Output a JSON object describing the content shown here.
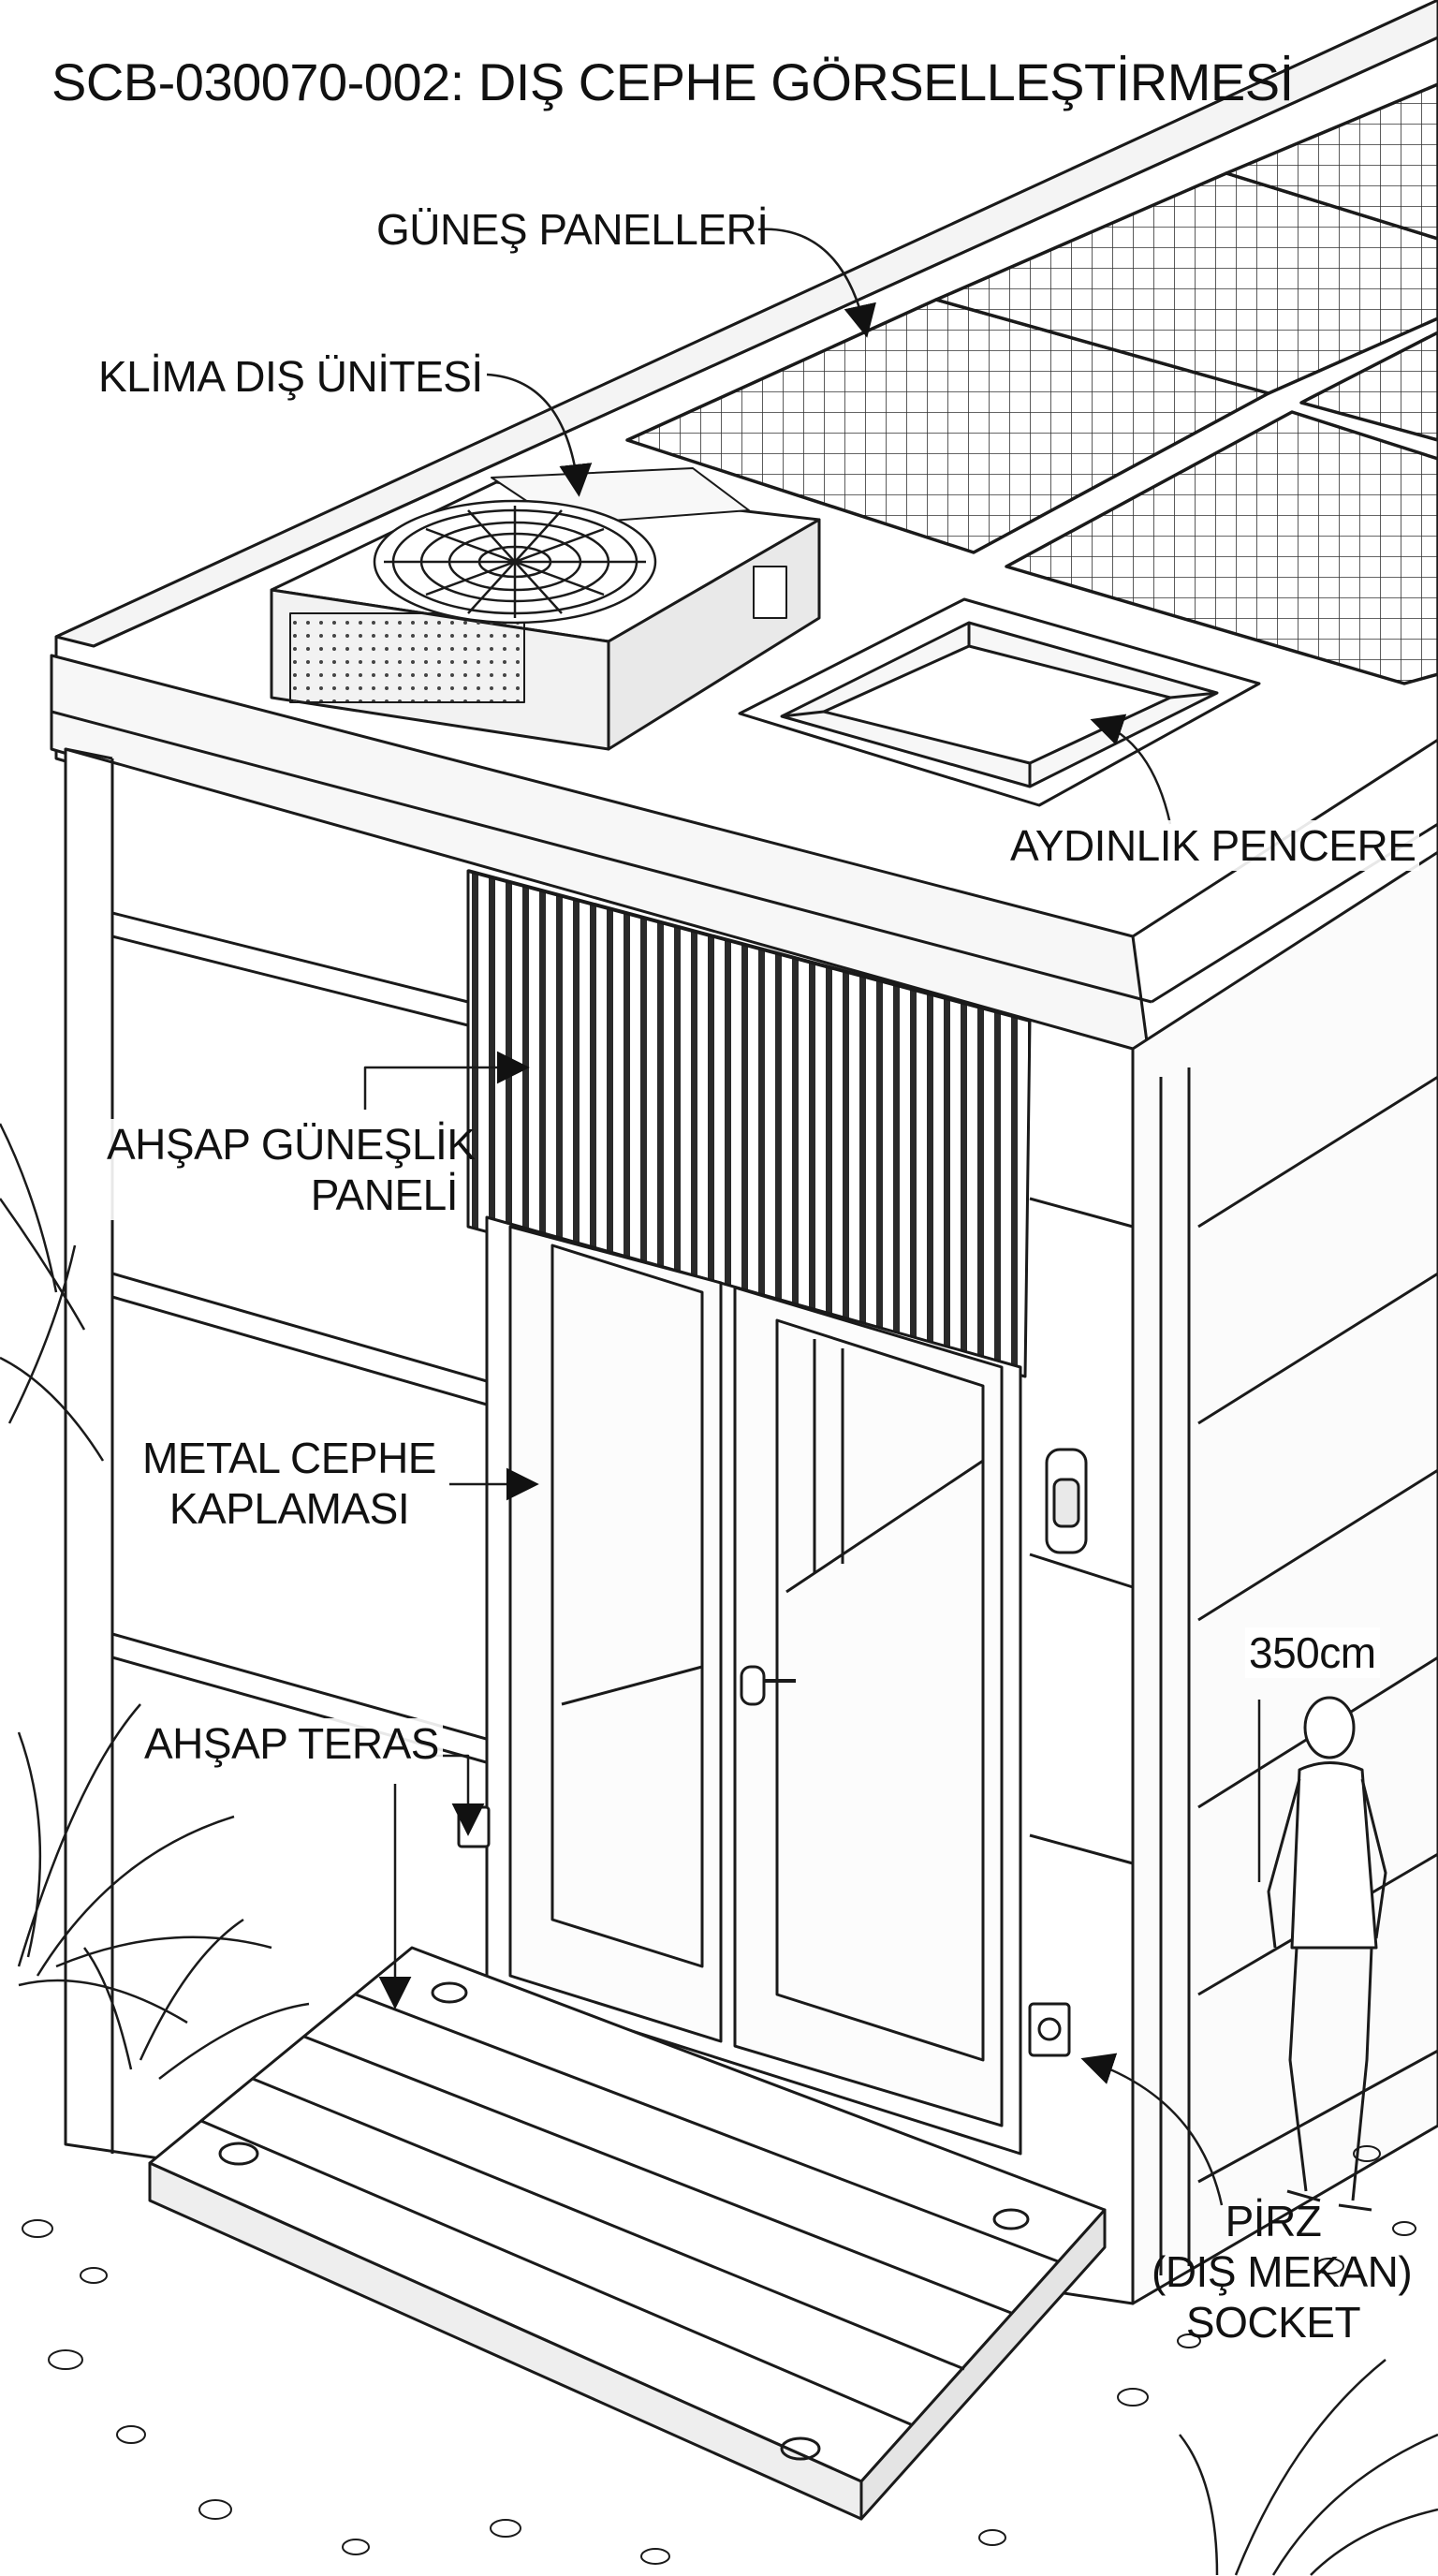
{
  "diagram": {
    "title": "SCB-030070-002: DIŞ CEPHE GÖRSELLEŞTİRMESİ",
    "labels": {
      "solar_panels": "GÜNEŞ PANELLERİ",
      "ac_unit": "KLİMA DIŞ ÜNİTESİ",
      "skylight": "AYDINLIK PENCERE",
      "wood_shade_1": "AHŞAP GÜNEŞLİK",
      "wood_shade_2": "PANELİ",
      "metal_cladding_1": "METAL CEPHE",
      "metal_cladding_2": "KAPLAMASI",
      "wood_terrace": "AHŞAP TERAS",
      "height": "350cm",
      "socket_1": "PİRZ",
      "socket_2": "(DIŞ MEKAN)",
      "socket_3": "SOCKET"
    }
  },
  "colors": {
    "ink": "#111111",
    "paper": "#ffffff",
    "line": "#1a1a1a"
  },
  "icons": [
    "ac-fan-icon",
    "wall-lamp-icon",
    "socket-icon",
    "plant-icon",
    "person-figure-icon"
  ]
}
